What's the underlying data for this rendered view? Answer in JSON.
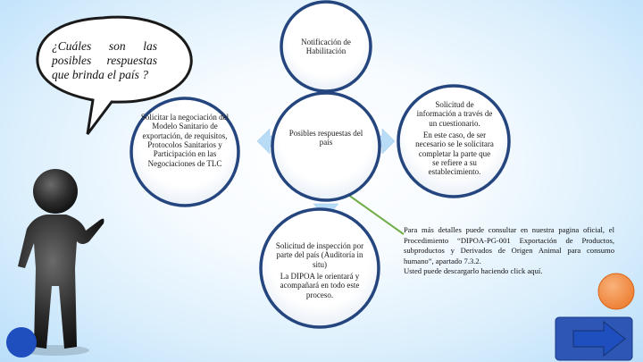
{
  "colors": {
    "circle_fill": "#2f5597",
    "circle_edge": "#24457e",
    "arrow": "#b9dcf6",
    "line": "#70ad47",
    "orange_button": "#ed7d31",
    "blue_button": "#1f4fbf",
    "figure": "#2b2b2b"
  },
  "speech_bubble": {
    "text": "¿Cuáles son las posibles respuestas que brinda el país ?"
  },
  "nodes": {
    "top": {
      "text": "Notificación de Habilitación"
    },
    "left": {
      "text": "Solicitar la negociación del Modelo Sanitario de exportación, de requisitos, Protocolos Sanitarios y Participación en las Negociaciones de TLC"
    },
    "center": {
      "text": "Posibles respuestas del país"
    },
    "right": {
      "line1": "Solicitud de información a través de un cuestionario.",
      "line2": "En este caso, de ser necesario se le solicitara completar la parte que se refiere a su establecimiento."
    },
    "bottom": {
      "line1": "Solicitud de inspección por parte del país (Auditoría in situ)",
      "line2": "La DIPOA le orientará y acompañará en todo este proceso."
    }
  },
  "info": {
    "text": "Para más detalles puede consultar en nuestra pagina oficial, el Procedimiento “DIPOA-PG-001 Exportación de Productos, subproductos y Derivados de Origen Animal para consumo humano”, apartado 7.3.2.",
    "download": "Usted puede descargarlo haciendo click aquí."
  },
  "icons": {
    "figure": "pointing-figure-icon",
    "next": "right-arrow-icon",
    "orange": "orange-circle-icon",
    "blue": "blue-circle-icon"
  }
}
